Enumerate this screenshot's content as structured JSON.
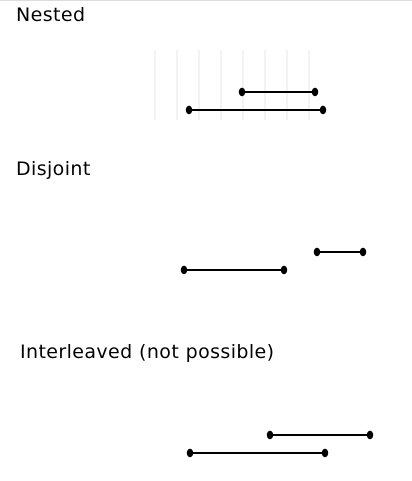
{
  "sections": [
    {
      "id": "nested",
      "label": "Nested",
      "intervals": [
        {
          "start": 242,
          "end": 315
        },
        {
          "start": 189,
          "end": 323
        }
      ]
    },
    {
      "id": "disjoint",
      "label": "Disjoint",
      "intervals": [
        {
          "start": 317,
          "end": 363
        },
        {
          "start": 184,
          "end": 284
        }
      ]
    },
    {
      "id": "interleaved",
      "label": "Interleaved (not possible)",
      "intervals": [
        {
          "start": 270,
          "end": 370
        },
        {
          "start": 190,
          "end": 325
        }
      ]
    }
  ],
  "colors": {
    "line": "#000000",
    "endpoint": "#000000",
    "background": "#ffffff"
  }
}
